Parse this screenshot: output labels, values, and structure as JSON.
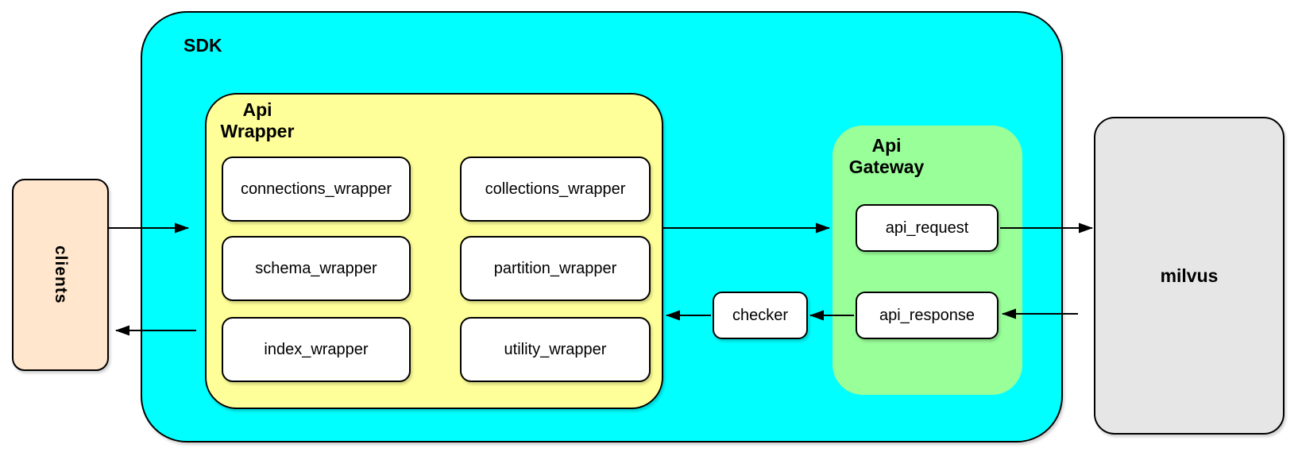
{
  "diagram": {
    "kind": "architecture-diagram",
    "stroke_color": "#000000",
    "background": "#FFFFFF",
    "nodes": {
      "clients": {
        "label": "clients",
        "fill": "#FFE6CC",
        "text_orientation": "vertical"
      },
      "sdk": {
        "label": "SDK",
        "fill": "#00FFFF"
      },
      "api_wrapper": {
        "label": "Api\nWrapper",
        "fill": "#FFFF99",
        "items": [
          "connections_wrapper",
          "collections_wrapper",
          "schema_wrapper",
          "partition_wrapper",
          "index_wrapper",
          "utility_wrapper"
        ]
      },
      "checker": {
        "label": "checker",
        "fill": "#FFFFFF"
      },
      "api_gateway": {
        "label": "Api\nGateway",
        "fill": "#99FF99",
        "items": [
          "api_request",
          "api_response"
        ]
      },
      "milvus": {
        "label": "milvus",
        "fill": "#E6E6E6"
      }
    },
    "edges": [
      {
        "from": "clients",
        "to": "api_wrapper",
        "direction": "right"
      },
      {
        "from": "api_wrapper",
        "to": "api_gateway",
        "direction": "right"
      },
      {
        "from": "api_request",
        "to": "milvus",
        "direction": "right"
      },
      {
        "from": "milvus",
        "to": "api_response",
        "direction": "left"
      },
      {
        "from": "api_response",
        "to": "checker",
        "direction": "left"
      },
      {
        "from": "checker",
        "to": "api_wrapper",
        "direction": "left"
      },
      {
        "from": "sdk",
        "to": "clients",
        "direction": "left"
      }
    ]
  }
}
